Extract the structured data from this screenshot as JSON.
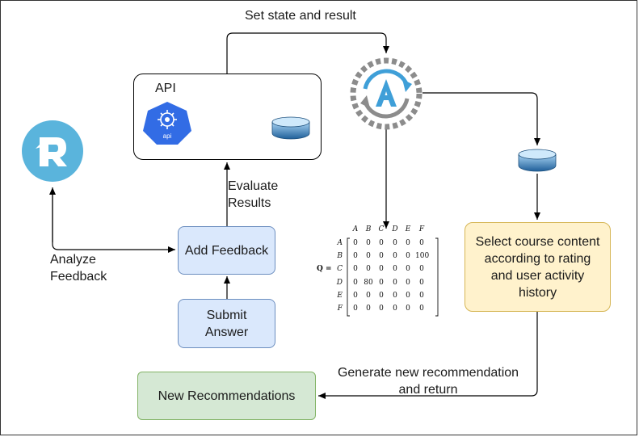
{
  "labels": {
    "set_state": "Set state and result",
    "api": "API",
    "api_icon_text": "api",
    "evaluate": [
      "Evaluate",
      "Results"
    ],
    "analyze": [
      "Analyze",
      "Feedback"
    ],
    "generate": [
      "Generate new recommendation",
      "and return"
    ]
  },
  "nodes": {
    "add_feedback": "Add Feedback",
    "submit_answer": [
      "Submit",
      "Answer"
    ],
    "select_course": [
      "Select course content",
      "according to rating",
      "and user activity",
      "history"
    ],
    "new_recommendations": "New Recommendations"
  },
  "matrix": {
    "name": "Q",
    "columns": [
      "A",
      "B",
      "C",
      "D",
      "E",
      "F"
    ],
    "rows": [
      "A",
      "B",
      "C",
      "D",
      "E",
      "F"
    ],
    "values": [
      [
        "0",
        "0",
        "0",
        "0",
        "0",
        "0"
      ],
      [
        "0",
        "0",
        "0",
        "0",
        "0",
        "100"
      ],
      [
        "0",
        "0",
        "0",
        "0",
        "0",
        "0"
      ],
      [
        "0",
        "80",
        "0",
        "0",
        "0",
        "0"
      ],
      [
        "0",
        "0",
        "0",
        "0",
        "0",
        "0"
      ],
      [
        "0",
        "0",
        "0",
        "0",
        "0",
        "0"
      ]
    ]
  },
  "icons": {
    "refresh_logo": "refresh-r-icon",
    "kubernetes_api": "kubernetes-api-icon",
    "database": "database-icon",
    "algorithm": "circular-a-icon"
  },
  "colors": {
    "blue_fill": "#dae8fc",
    "blue_stroke": "#6c8ebf",
    "yellow_fill": "#fff2cc",
    "yellow_stroke": "#d6b656",
    "green_fill": "#d5e8d4",
    "green_stroke": "#82b366",
    "logo_blue": "#5ab4dc",
    "algo_blue": "#3f9fd8",
    "kube_blue": "#326ce5"
  }
}
